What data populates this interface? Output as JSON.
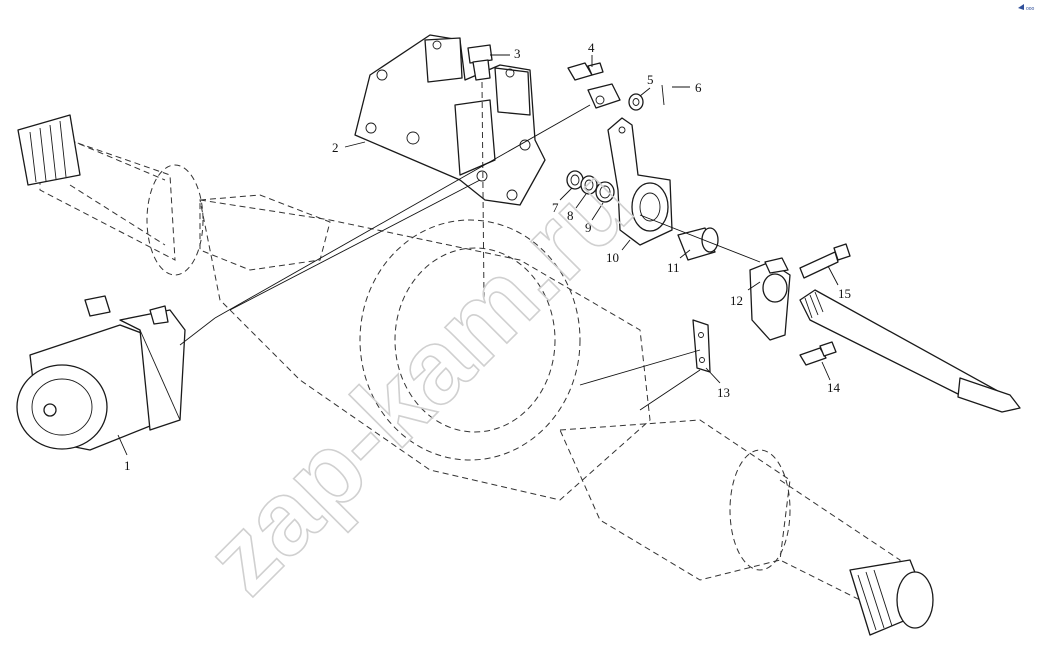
{
  "watermark": "zap-kam.ru",
  "logo_text": "ooo",
  "callouts": [
    "1",
    "2",
    "3",
    "4",
    "5",
    "6",
    "7",
    "8",
    "9",
    "10",
    "11",
    "12",
    "13",
    "14",
    "15"
  ],
  "colors": {
    "line": "#1a1a1a",
    "watermark": "#d0d0d0",
    "logo": "#2f4f9a"
  }
}
